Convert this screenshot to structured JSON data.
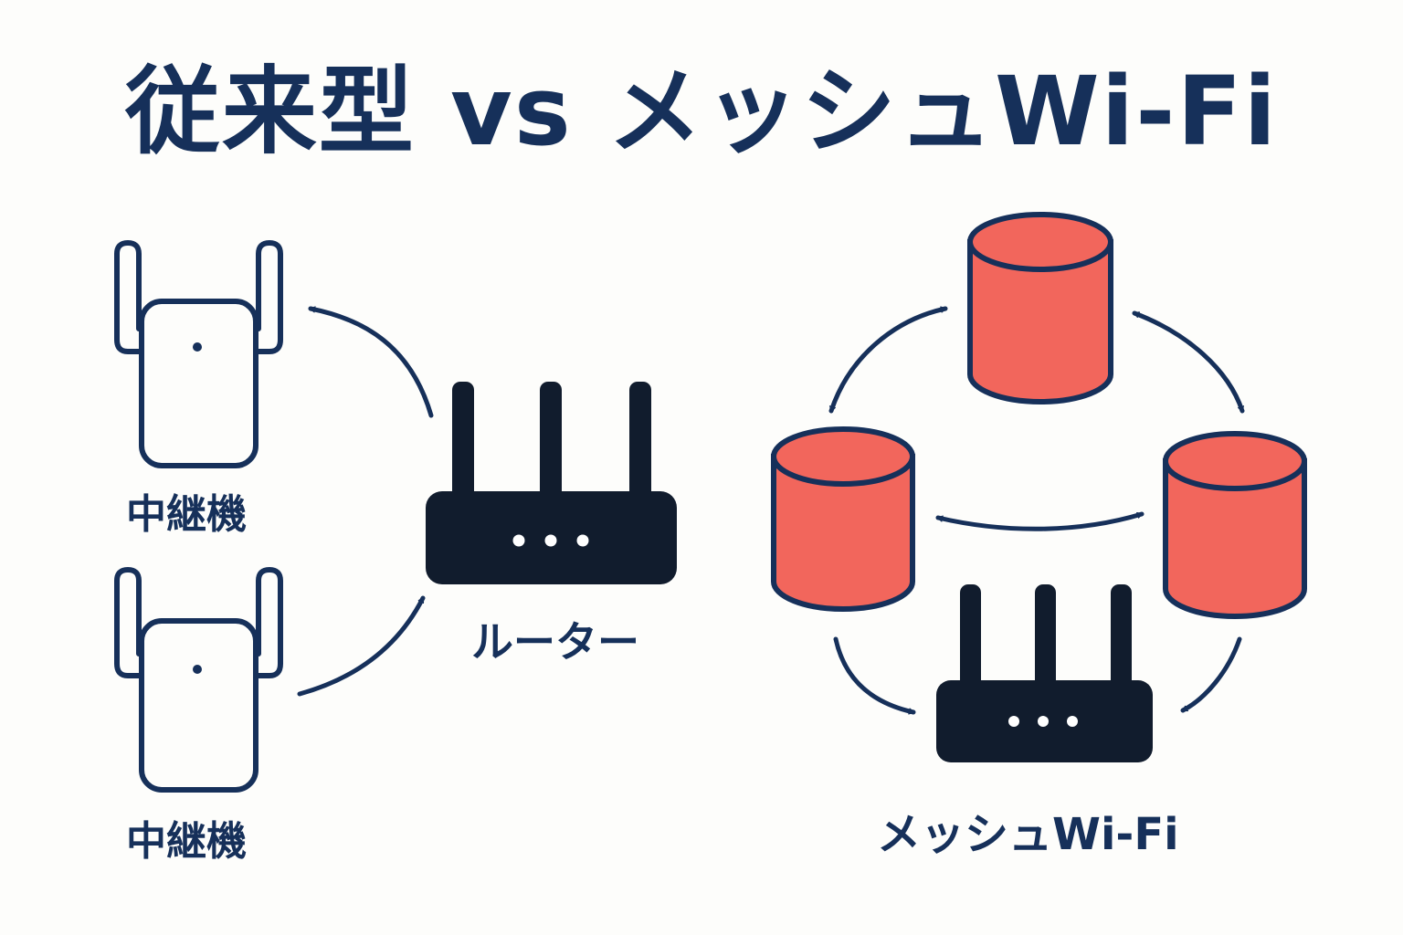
{
  "title": "従来型 vs メッシュWi-Fi",
  "traditional": {
    "repeater_label_1": "中継機",
    "repeater_label_2": "中継機",
    "router_label": "ルーター"
  },
  "mesh": {
    "label": "メッシュWi-Fi"
  },
  "colors": {
    "navy": "#16305a",
    "router_fill": "#111c2d",
    "node_fill": "#f2665c",
    "background": "#fdfdfb"
  }
}
